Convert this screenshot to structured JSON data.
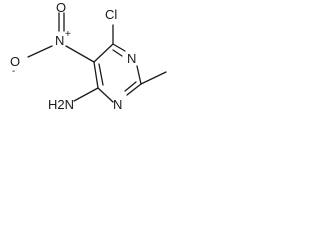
{
  "molecule": {
    "atoms": {
      "chlorine": "Cl",
      "ring_nitrogen_top": "N",
      "ring_nitrogen_bottom": "N",
      "amine": "H2N",
      "nitro_nitrogen": "N",
      "nitro_oxygen_top": "O",
      "nitro_oxygen_left": "O"
    },
    "charges": {
      "nitro_nitrogen": "+",
      "nitro_oxygen_left": "-"
    }
  }
}
